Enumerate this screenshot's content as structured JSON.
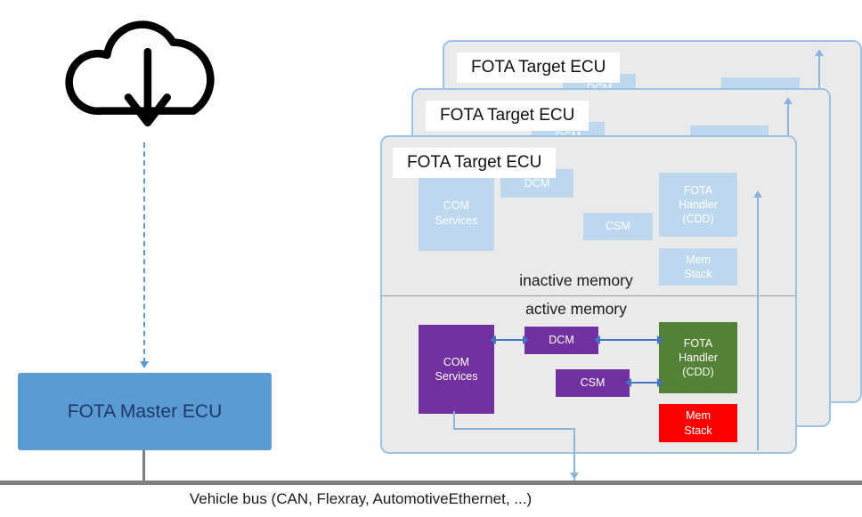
{
  "colors": {
    "master_ecu_bg": "#5B9BD5",
    "inactive_box_bg": "#BDD7EE",
    "active_purple": "#7030A0",
    "active_green": "#538135",
    "active_red": "#FF0000",
    "connector_light_blue": "#8CB4DC",
    "arrow_blue": "#4472C4",
    "bus_gray": "#7F7F7F",
    "card_bg": "#EAEAEA",
    "card_border": "#9CC3E5"
  },
  "cloud": {
    "icon": "cloud-download"
  },
  "master_ecu": {
    "label": "FOTA Master ECU"
  },
  "target_ecu": {
    "card_label": "FOTA Target ECU",
    "inactive": {
      "section_label": "inactive memory",
      "com_services": "COM\nServices",
      "dcm": "DCM",
      "csm": "CSM",
      "fota_handler": "FOTA\nHandler\n(CDD)",
      "mem_stack": "Mem\nStack"
    },
    "active": {
      "section_label": "active memory",
      "com_services": "COM\nServices",
      "dcm": "DCM",
      "csm": "CSM",
      "fota_handler": "FOTA\nHandler\n(CDD)",
      "mem_stack": "Mem\nStack"
    }
  },
  "bus": {
    "label": "Vehicle bus (CAN, Flexray, AutomotiveEthernet, ...)"
  }
}
